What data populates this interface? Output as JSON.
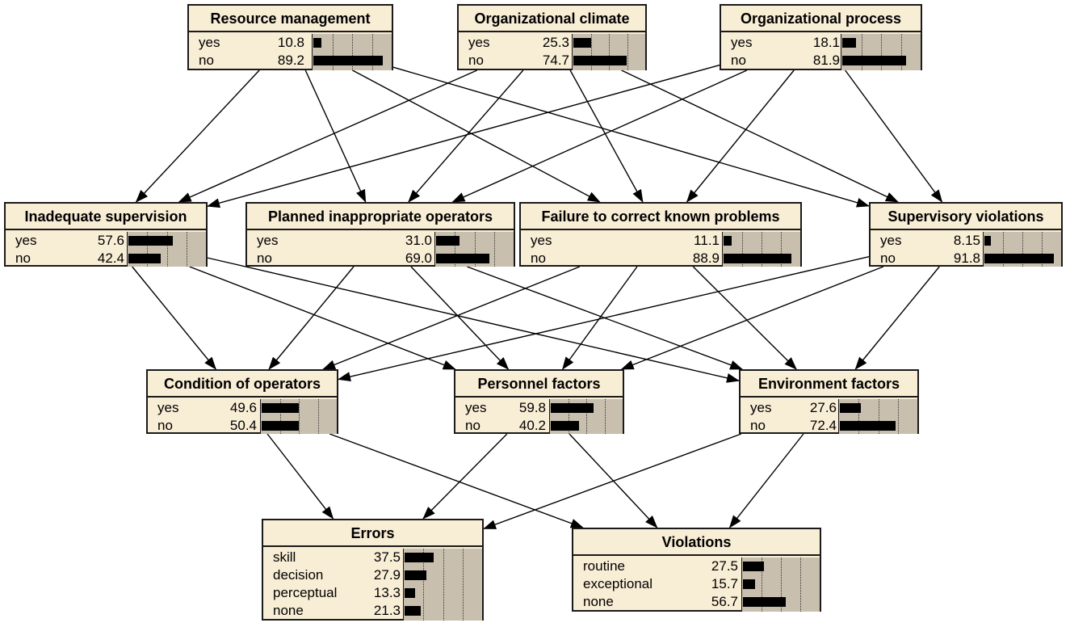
{
  "nodes": [
    {
      "id": "rm",
      "title": "Resource management",
      "states": [
        {
          "label": "yes",
          "value": "10.8",
          "pct": 10.8
        },
        {
          "label": "no",
          "value": "89.2",
          "pct": 89.2
        }
      ]
    },
    {
      "id": "oc",
      "title": "Organizational climate",
      "states": [
        {
          "label": "yes",
          "value": "25.3",
          "pct": 25.3
        },
        {
          "label": "no",
          "value": "74.7",
          "pct": 74.7
        }
      ]
    },
    {
      "id": "op",
      "title": "Organizational process",
      "states": [
        {
          "label": "yes",
          "value": "18.1",
          "pct": 18.1
        },
        {
          "label": "no",
          "value": "81.9",
          "pct": 81.9
        }
      ]
    },
    {
      "id": "is",
      "title": "Inadequate supervision",
      "states": [
        {
          "label": "yes",
          "value": "57.6",
          "pct": 57.6
        },
        {
          "label": "no",
          "value": "42.4",
          "pct": 42.4
        }
      ]
    },
    {
      "id": "pio",
      "title": "Planned inappropriate operators",
      "states": [
        {
          "label": "yes",
          "value": "31.0",
          "pct": 31.0
        },
        {
          "label": "no",
          "value": "69.0",
          "pct": 69.0
        }
      ]
    },
    {
      "id": "fck",
      "title": "Failure to correct known problems",
      "states": [
        {
          "label": "yes",
          "value": "11.1",
          "pct": 11.1
        },
        {
          "label": "no",
          "value": "88.9",
          "pct": 88.9
        }
      ]
    },
    {
      "id": "sv",
      "title": "Supervisory violations",
      "states": [
        {
          "label": "yes",
          "value": "8.15",
          "pct": 8.15
        },
        {
          "label": "no",
          "value": "91.8",
          "pct": 91.8
        }
      ]
    },
    {
      "id": "co",
      "title": "Condition of operators",
      "states": [
        {
          "label": "yes",
          "value": "49.6",
          "pct": 49.6
        },
        {
          "label": "no",
          "value": "50.4",
          "pct": 50.4
        }
      ]
    },
    {
      "id": "pf",
      "title": "Personnel factors",
      "states": [
        {
          "label": "yes",
          "value": "59.8",
          "pct": 59.8
        },
        {
          "label": "no",
          "value": "40.2",
          "pct": 40.2
        }
      ]
    },
    {
      "id": "ef",
      "title": "Environment factors",
      "states": [
        {
          "label": "yes",
          "value": "27.6",
          "pct": 27.6
        },
        {
          "label": "no",
          "value": "72.4",
          "pct": 72.4
        }
      ]
    },
    {
      "id": "er",
      "title": "Errors",
      "states": [
        {
          "label": "skill",
          "value": "37.5",
          "pct": 37.5
        },
        {
          "label": "decision",
          "value": "27.9",
          "pct": 27.9
        },
        {
          "label": "perceptual",
          "value": "13.3",
          "pct": 13.3
        },
        {
          "label": "none",
          "value": "21.3",
          "pct": 21.3
        }
      ]
    },
    {
      "id": "vi",
      "title": "Violations",
      "states": [
        {
          "label": "routine",
          "value": "27.5",
          "pct": 27.5
        },
        {
          "label": "exceptional",
          "value": "15.7",
          "pct": 15.7
        },
        {
          "label": "none",
          "value": "56.7",
          "pct": 56.7
        }
      ]
    }
  ],
  "edges": [
    [
      "rm",
      "is"
    ],
    [
      "rm",
      "pio"
    ],
    [
      "rm",
      "fck"
    ],
    [
      "rm",
      "sv"
    ],
    [
      "oc",
      "is"
    ],
    [
      "oc",
      "pio"
    ],
    [
      "oc",
      "fck"
    ],
    [
      "oc",
      "sv"
    ],
    [
      "op",
      "is"
    ],
    [
      "op",
      "pio"
    ],
    [
      "op",
      "fck"
    ],
    [
      "op",
      "sv"
    ],
    [
      "is",
      "co"
    ],
    [
      "is",
      "pf"
    ],
    [
      "is",
      "ef"
    ],
    [
      "pio",
      "co"
    ],
    [
      "pio",
      "pf"
    ],
    [
      "pio",
      "ef"
    ],
    [
      "fck",
      "co"
    ],
    [
      "fck",
      "pf"
    ],
    [
      "fck",
      "ef"
    ],
    [
      "sv",
      "co"
    ],
    [
      "sv",
      "pf"
    ],
    [
      "sv",
      "ef"
    ],
    [
      "co",
      "er"
    ],
    [
      "co",
      "vi"
    ],
    [
      "pf",
      "er"
    ],
    [
      "pf",
      "vi"
    ],
    [
      "ef",
      "er"
    ],
    [
      "ef",
      "vi"
    ]
  ],
  "colors": {
    "node_fill": "#f8edd5",
    "bar_panel": "#c8bfae",
    "bar": "#000000",
    "border": "#1a1a1a"
  }
}
